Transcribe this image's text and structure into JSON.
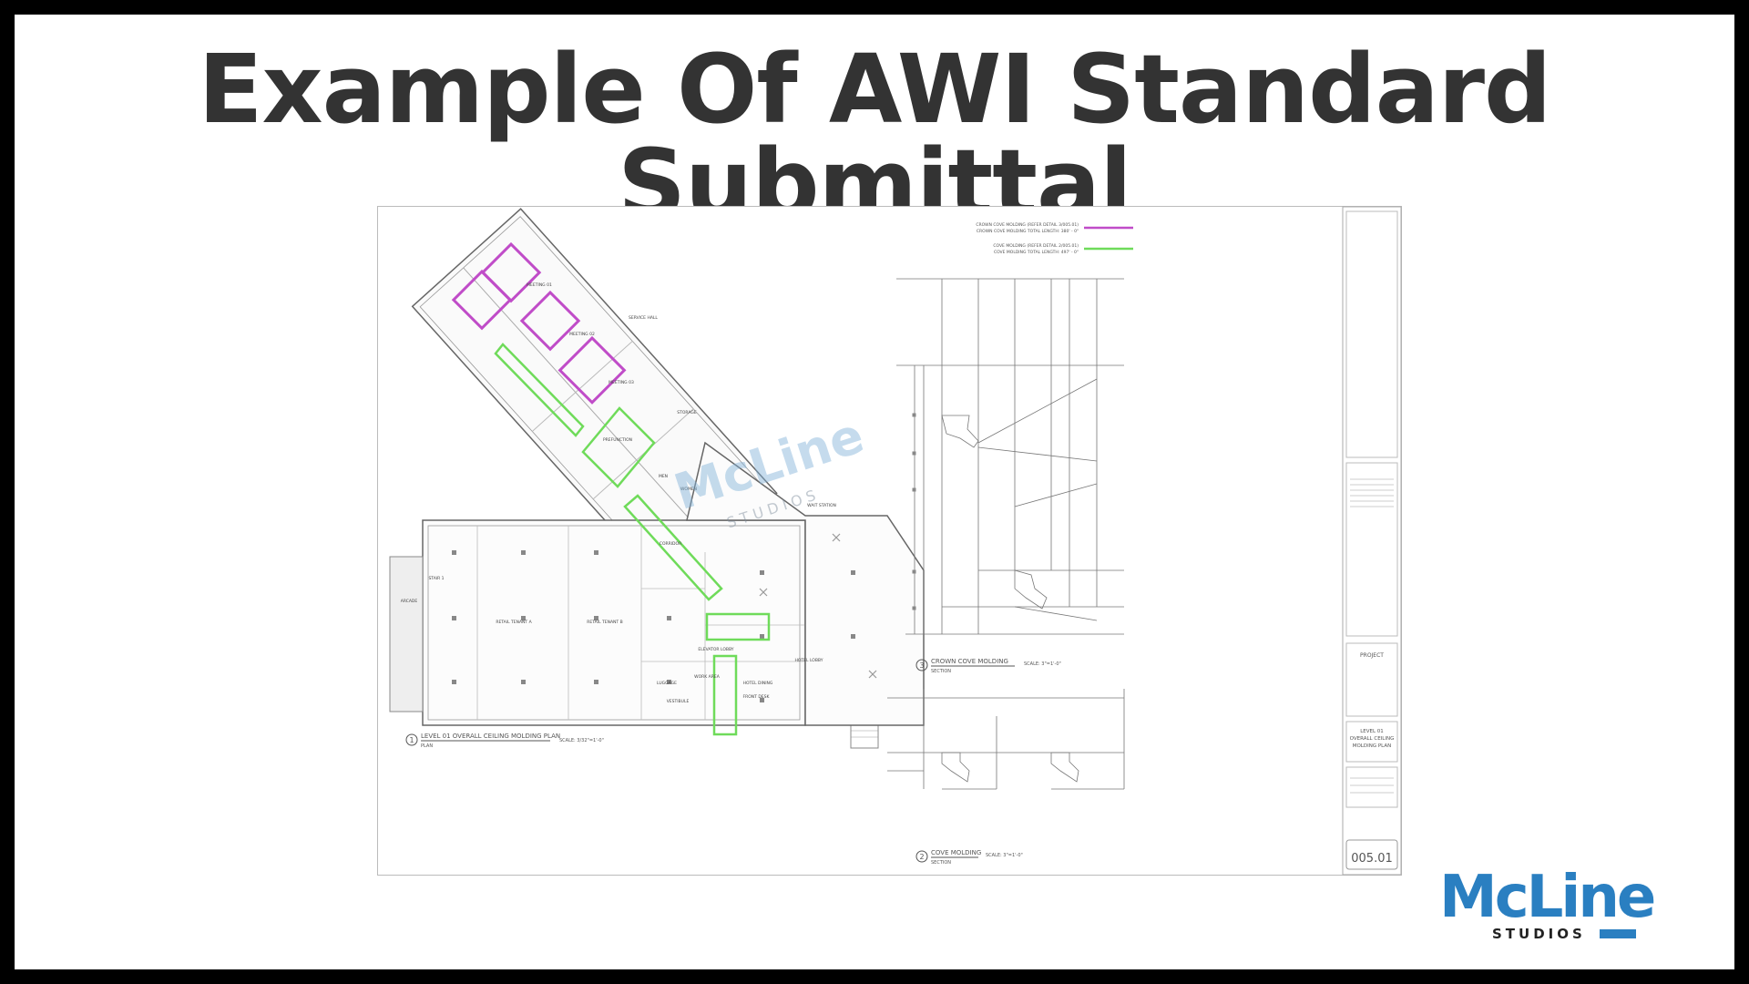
{
  "title": "Example Of AWI Standard Submittal",
  "sheet": {
    "legend": {
      "crown_line1": "CROWN COVE MOLDING (REFER DETAIL 3/005.01)",
      "crown_line2": "CROWN COVE MOLDING TOTAL LENGTH: 380' - 0\"",
      "cove_line1": "COVE MOLDING (REFER DETAIL 2/005.01)",
      "cove_line2": "COVE MOLDING TOTAL LENGTH: 497' - 0\""
    },
    "plan_number": "1",
    "plan_title": "LEVEL 01 OVERALL CEILING MOLDING PLAN",
    "plan_sub": "PLAN",
    "plan_scale": "SCALE: 3/32\"=1'-0\"",
    "crown_number": "3",
    "crown_title": "CROWN COVE MOLDING",
    "crown_sub": "SECTION",
    "crown_scale": "SCALE: 3\"=1'-0\"",
    "cove_number": "2",
    "cove_title": "COVE MOLDING",
    "cove_sub": "SECTION",
    "cove_scale": "SCALE: 3\"=1'-0\"",
    "project_label": "PROJECT",
    "sheet_title_1": "LEVEL 01",
    "sheet_title_2": "OVERALL CEILING",
    "sheet_title_3": "MOLDING PLAN",
    "sheet_number": "005.01",
    "rooms": {
      "meeting_1": "MEETING 01",
      "meeting_2": "MEETING 02",
      "meeting_3": "MEETING 03",
      "service_hall": "SERVICE HALL",
      "prefunction": "PREFUNCTION",
      "storage": "STORAGE",
      "women": "WOMEN",
      "men": "MEN",
      "corridor": "CORRIDOR",
      "retail_a": "RETAIL TENANT A",
      "retail_b": "RETAIL TENANT B",
      "stair_1": "STAIR 1",
      "arcade": "ARCADE",
      "elevator": "ELEVATOR LOBBY",
      "hotel_dining": "HOTEL DINING",
      "hotel_lobby": "HOTEL LOBBY",
      "front_desk": "FRONT DESK",
      "vestibule": "VESTIBULE",
      "luggage": "LUGGAGE",
      "work_area": "WORK AREA",
      "wait_station": "WAIT STATION"
    }
  },
  "watermark": {
    "main": "McLine",
    "sub": "STUDIOS"
  },
  "logo": {
    "main": "McLine",
    "sub": "STUDIOS"
  },
  "colors": {
    "crown": "#c04cc8",
    "cove": "#6fdb5a",
    "title": "#333333",
    "brand_blue": "#2a7fc1"
  }
}
